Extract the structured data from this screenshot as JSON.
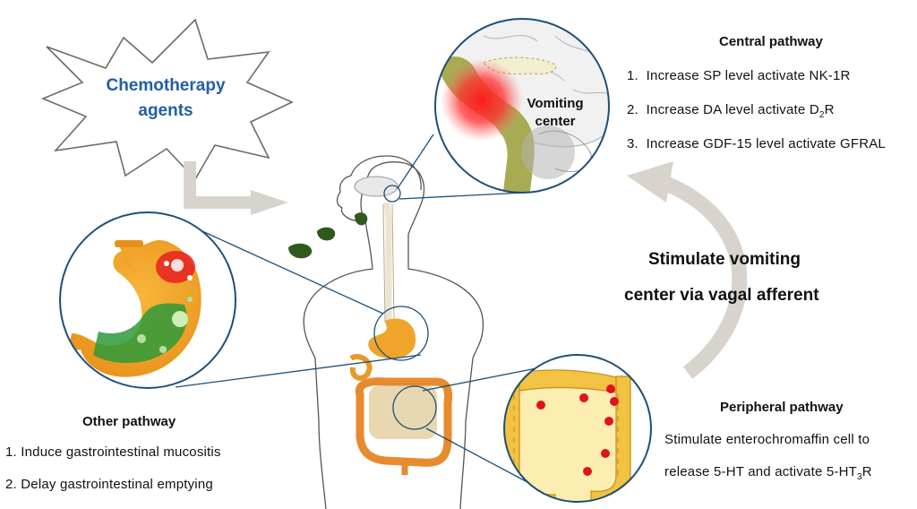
{
  "chemo": {
    "line1": "Chemotherapy",
    "line2": "agents"
  },
  "central": {
    "title": "Central pathway",
    "items": [
      {
        "num": "1.",
        "pre": "Increase SP level activate NK-1R",
        "sub": "",
        "post": ""
      },
      {
        "num": "2.",
        "pre": "Increase DA level activate D",
        "sub": "2",
        "post": "R"
      },
      {
        "num": "3.",
        "pre": "Increase GDF-15 level activate GFRAL",
        "sub": "",
        "post": ""
      }
    ]
  },
  "brain": {
    "line1": "Vomiting",
    "line2": "center"
  },
  "stimulate": {
    "line1": "Stimulate vomiting",
    "line2": "center via vagal afferent"
  },
  "other": {
    "title": "Other pathway",
    "items": [
      "1. Induce gastrointestinal  mucositis",
      "2. Delay gastrointestinal  emptying"
    ]
  },
  "peripheral": {
    "title": "Peripheral pathway",
    "line1": "Stimulate enterochromaffin cell to",
    "line2_pre": "release 5-HT and activate 5-HT",
    "line2_sub": "3",
    "line2_post": "R"
  },
  "colors": {
    "burst_text": "#1f5fa3",
    "circle_stroke": "#1c4f78",
    "arrow_gray": "#d9d3cd",
    "stomach": "#f0a52a",
    "inflammation": "#e62020",
    "vomit": "#2f5a1c"
  }
}
